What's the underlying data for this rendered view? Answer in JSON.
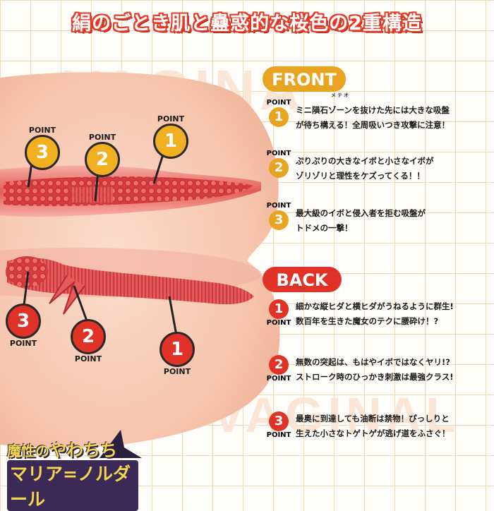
{
  "title": "絹のごとき肌と蠱惑的な桜色の2重構造",
  "watermark": {
    "top": "VAGINA",
    "bottom": "VAGINAL"
  },
  "colors": {
    "front": "#e8a420",
    "back": "#e03226",
    "text": "#1a1a1a",
    "skin": "#f6c8b0"
  },
  "front": {
    "label": "FRONT",
    "points": [
      {
        "num": "1",
        "word": "POINT",
        "ruby": "メテオ",
        "lines": [
          "ミニ隕石ゾーンを抜けた先には大きな吸盤",
          "が待ち構える！全周吸いつき攻撃に注意！"
        ]
      },
      {
        "num": "2",
        "word": "POINT",
        "lines": [
          "ぷりぷりの大きなイボと小さなイボが",
          "ゾリゾリと理性をケズってくる！！"
        ]
      },
      {
        "num": "3",
        "word": "POINT",
        "lines": [
          "最大級のイボと侵入者を拒む吸盤が",
          "トドメの一撃！"
        ]
      }
    ]
  },
  "back": {
    "label": "BACK",
    "points": [
      {
        "num": "1",
        "word": "POINT",
        "lines": [
          "細かな縦ヒダと横ヒダがうねるように群生!",
          "数百年を生きた魔女のテクに腰砕け！?"
        ]
      },
      {
        "num": "2",
        "word": "POINT",
        "lines": [
          "無数の突起は、もはやイボではなくヤリ!?",
          "ストローク時のひっかき刺激は最強クラス!"
        ]
      },
      {
        "num": "3",
        "word": "POINT",
        "lines": [
          "最奥に到達しても油断は禁物！ぴっしりと",
          "生えた小さなトゲトゲが逃げ道をふさぐ！"
        ]
      }
    ]
  },
  "diagram": {
    "front_markers": [
      {
        "num": "3",
        "word": "POINT"
      },
      {
        "num": "2",
        "word": "POINT"
      },
      {
        "num": "1",
        "word": "POINT"
      }
    ],
    "back_markers": [
      {
        "num": "3",
        "word": "POINT"
      },
      {
        "num": "2",
        "word": "POINT"
      },
      {
        "num": "1",
        "word": "POINT"
      }
    ]
  },
  "logo": {
    "line1a": "魔性の",
    "line1b": "やわちち",
    "line2": "マリア=ノルダール"
  }
}
